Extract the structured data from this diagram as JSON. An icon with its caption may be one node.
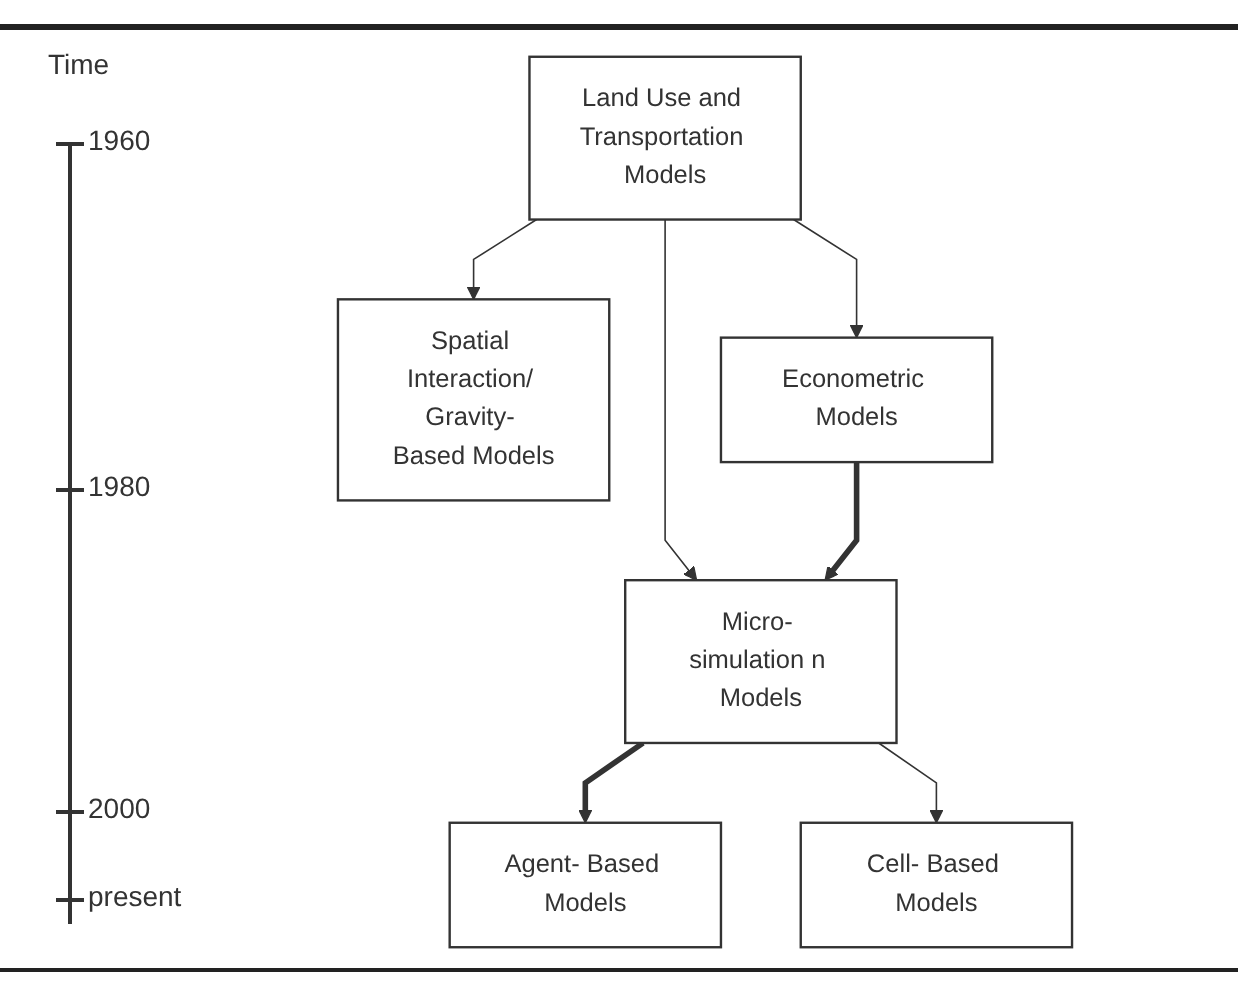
{
  "diagram": {
    "nodes": [
      {
        "text": [
          "Land Use and Transportation Models"
        ]
      },
      {
        "text": [
          "Spatial Interaction/ Gravity- Based Models"
        ]
      },
      {
        "text": [
          "Econometric Models"
        ]
      },
      {
        "text": [
          "Micro- simulation n Models"
        ]
      },
      {
        "text": [
          "Agent- Based Models"
        ]
      },
      {
        "text": [
          "Cell- Based Models"
        ]
      }
    ],
    "edges": [
      {
        "from": 0,
        "to": 1,
        "arrow": "to"
      },
      {
        "from": 0,
        "to": 2,
        "arrow": "to"
      },
      {
        "from": 0,
        "to": 3,
        "arrow": "to"
      },
      {
        "from": 2,
        "to": 3,
        "arrow": "to",
        "style": "thick"
      },
      {
        "from": 3,
        "to": 4,
        "arrow": "to",
        "style": "thick"
      },
      {
        "from": 3,
        "to": 5,
        "arrow": "to"
      }
    ],
    "labels": [
      "Time",
      "1960",
      "1980",
      "2000",
      "present"
    ]
  }
}
